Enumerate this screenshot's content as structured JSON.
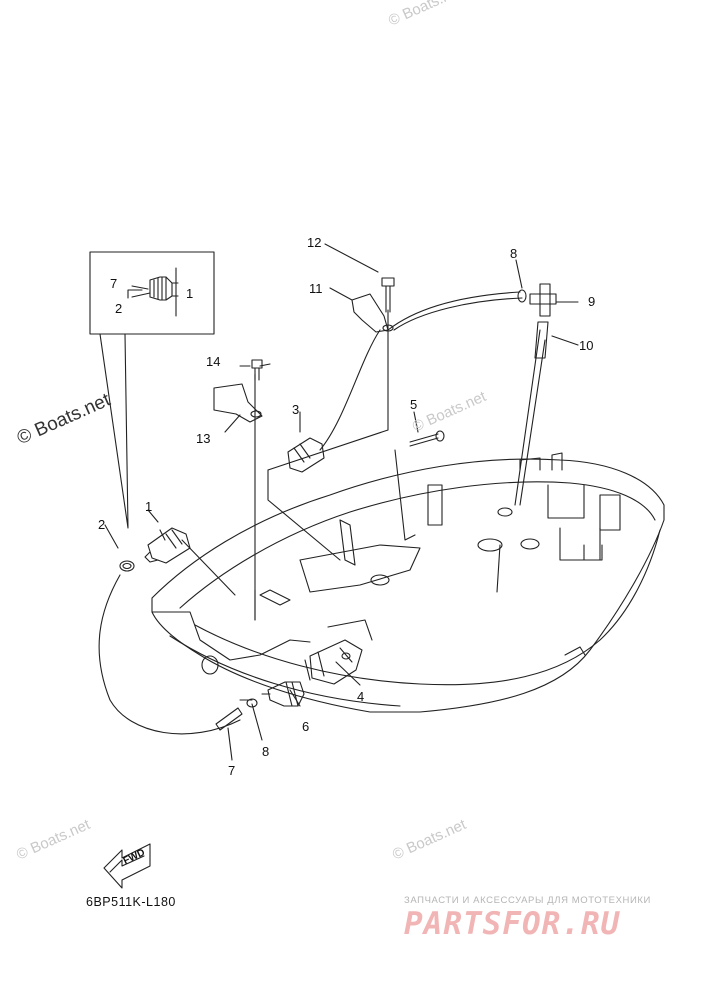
{
  "callouts": {
    "c1": "1",
    "c2": "2",
    "c3": "3",
    "c4": "4",
    "c5": "5",
    "c6": "6",
    "c7": "7",
    "c8": "8",
    "c9": "9",
    "c10": "10",
    "c11": "11",
    "c12": "12",
    "c13": "13",
    "c14": "14",
    "detail_1": "1",
    "detail_2": "2",
    "detail_7": "7",
    "lower_8": "8",
    "lower_7": "7"
  },
  "watermarks": {
    "main": "© Boats.net",
    "faint": "© Boats.net"
  },
  "footer": {
    "diagram_code": "6BP511K-L180",
    "fwd_label": "FWD",
    "brand_tagline": "ЗАПЧАСТИ И АКСЕССУАРЫ ДЛЯ МОТОТЕХНИКИ",
    "brand_logo": "PARTSFOR.RU"
  },
  "colors": {
    "line": "#222222",
    "watermark": "#c9c9c9",
    "brand": "#f1b5b5"
  }
}
